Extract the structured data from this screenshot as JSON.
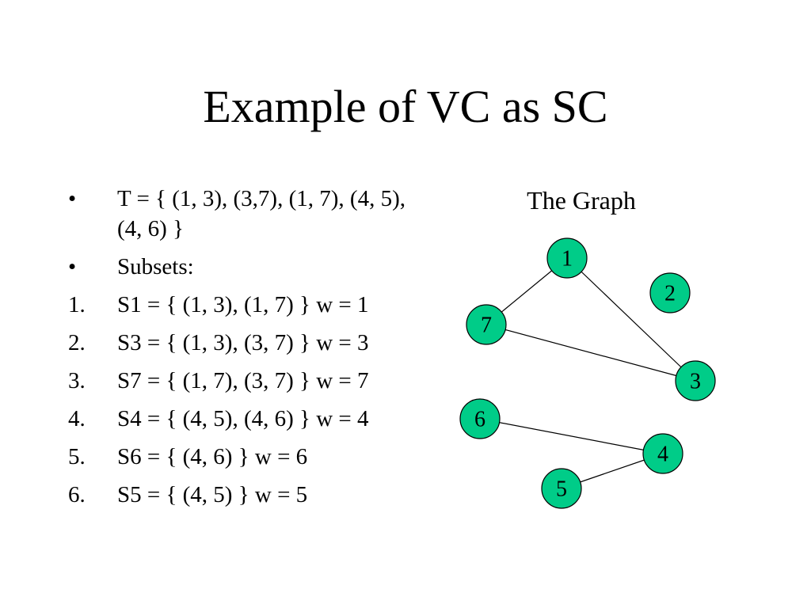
{
  "slide": {
    "title": "Example of VC as SC"
  },
  "content": {
    "items": [
      {
        "marker": "•",
        "text": "T = { (1, 3), (3,7), (1, 7), (4, 5), (4, 6) }"
      },
      {
        "marker": "•",
        "text": "Subsets:"
      },
      {
        "marker": "1.",
        "text": "S1 = { (1, 3), (1, 7) } w = 1"
      },
      {
        "marker": "2.",
        "text": "S3 = { (1, 3), (3, 7) } w = 3"
      },
      {
        "marker": "3.",
        "text": "S7 = { (1, 7), (3, 7) } w = 7"
      },
      {
        "marker": "4.",
        "text": "S4 = { (4, 5), (4, 6) } w = 4"
      },
      {
        "marker": "5.",
        "text": "S6 = { (4, 6) } w = 6"
      },
      {
        "marker": "6.",
        "text": "S5 = { (4, 5) } w = 5"
      }
    ]
  },
  "graph": {
    "caption": "The Graph",
    "node_color": "#00cc88",
    "nodes": [
      {
        "id": "1",
        "label": "1"
      },
      {
        "id": "2",
        "label": "2"
      },
      {
        "id": "7",
        "label": "7"
      },
      {
        "id": "3",
        "label": "3"
      },
      {
        "id": "6",
        "label": "6"
      },
      {
        "id": "4",
        "label": "4"
      },
      {
        "id": "5",
        "label": "5"
      }
    ],
    "edges": [
      {
        "from": "1",
        "to": "7"
      },
      {
        "from": "1",
        "to": "3"
      },
      {
        "from": "7",
        "to": "3"
      },
      {
        "from": "6",
        "to": "4"
      },
      {
        "from": "4",
        "to": "5"
      }
    ]
  }
}
